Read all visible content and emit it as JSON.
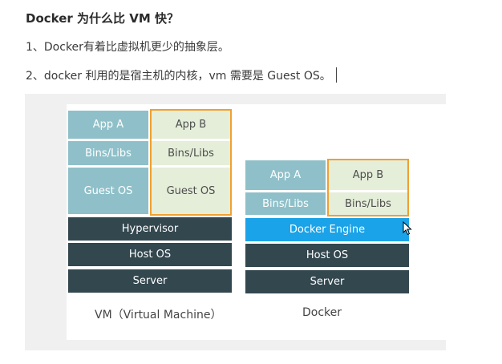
{
  "article": {
    "heading": "Docker 为什么比 VM 快？",
    "point1": "1、Docker有着比虚拟机更少的抽象层。",
    "point2": "2、docker 利用的是宿主机的内核，vm 需要是 Guest OS。"
  },
  "diagram": {
    "vm": {
      "app_a": "App A",
      "app_b": "App B",
      "bins_a": "Bins/Libs",
      "bins_b": "Bins/Libs",
      "guest_a": "Guest OS",
      "guest_b": "Guest OS",
      "hypervisor": "Hypervisor",
      "host_os": "Host OS",
      "server": "Server",
      "caption": "VM（Virtual Machine）"
    },
    "docker": {
      "app_a": "App A",
      "app_b": "App B",
      "bins_a": "Bins/Libs",
      "bins_b": "Bins/Libs",
      "engine": "Docker Engine",
      "host_os": "Host OS",
      "server": "Server",
      "caption": "Docker"
    },
    "colors": {
      "app_teal": "#8fc0c9",
      "app_green": "#e5eed9",
      "infra_dark": "#33474f",
      "engine_blue": "#1aa3e8",
      "highlight_orange": "#f0a030"
    }
  }
}
